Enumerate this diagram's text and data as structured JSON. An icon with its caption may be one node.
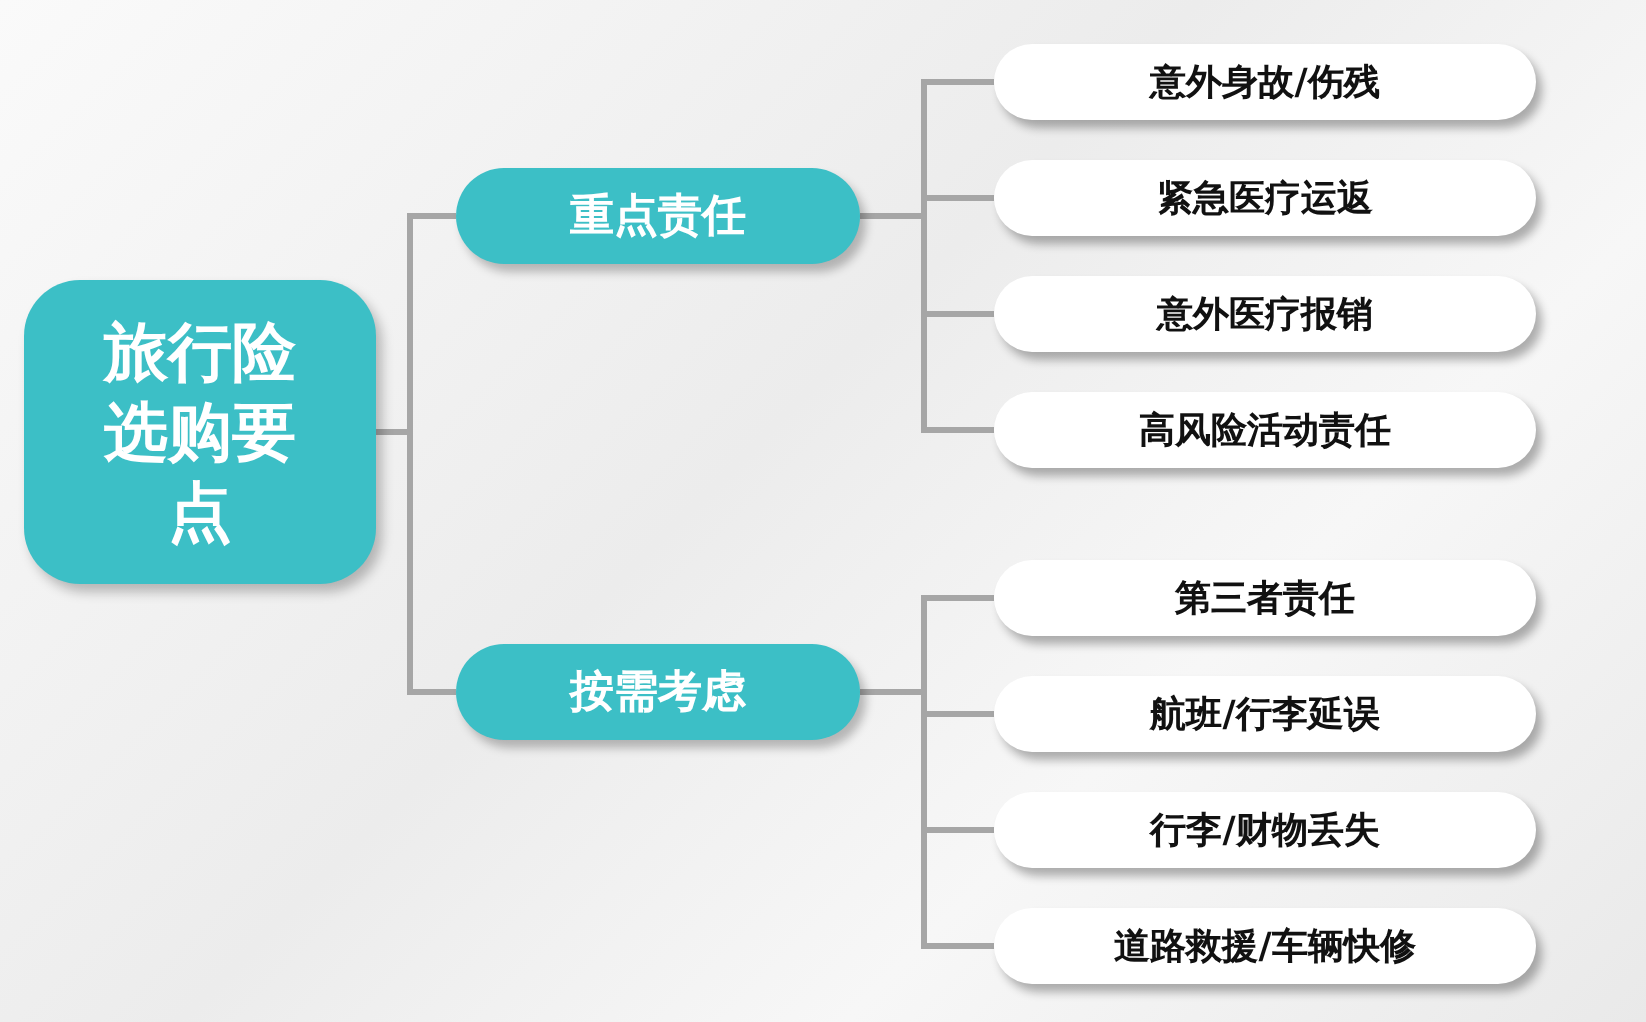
{
  "diagram": {
    "nodes": [
      {
        "text": [
          "旅行险选购要点"
        ]
      },
      {
        "text": [
          "重点责任"
        ]
      },
      {
        "text": [
          "意外身故/伤残"
        ]
      },
      {
        "text": [
          "紧急医疗运返"
        ]
      },
      {
        "text": [
          "意外医疗报销"
        ]
      },
      {
        "text": [
          "高风险活动责任"
        ]
      },
      {
        "text": [
          "按需考虑"
        ]
      },
      {
        "text": [
          "第三者责任"
        ]
      },
      {
        "text": [
          "航班/行李延误"
        ]
      },
      {
        "text": [
          "行李/财物丢失"
        ]
      },
      {
        "text": [
          "道路救援/车辆快修"
        ]
      }
    ],
    "edges": [
      {
        "from": 0,
        "to": 1,
        "arrow": "none"
      },
      {
        "from": 0,
        "to": 6,
        "arrow": "none"
      },
      {
        "from": 1,
        "to": 2,
        "arrow": "none"
      },
      {
        "from": 1,
        "to": 3,
        "arrow": "none"
      },
      {
        "from": 1,
        "to": 4,
        "arrow": "none"
      },
      {
        "from": 1,
        "to": 5,
        "arrow": "none"
      },
      {
        "from": 6,
        "to": 7,
        "arrow": "none"
      },
      {
        "from": 6,
        "to": 8,
        "arrow": "none"
      },
      {
        "from": 6,
        "to": 9,
        "arrow": "none"
      },
      {
        "from": 6,
        "to": 10,
        "arrow": "none"
      }
    ]
  }
}
